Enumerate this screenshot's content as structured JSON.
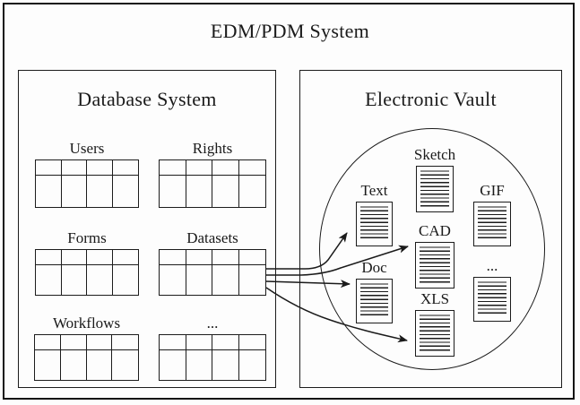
{
  "title": "EDM/PDM System",
  "database_system": {
    "title": "Database System",
    "tables": [
      {
        "label": "Users"
      },
      {
        "label": "Rights"
      },
      {
        "label": "Forms"
      },
      {
        "label": "Datasets"
      },
      {
        "label": "Workflows"
      },
      {
        "label": "..."
      }
    ]
  },
  "electronic_vault": {
    "title": "Electronic Vault",
    "documents": [
      {
        "label": "Sketch"
      },
      {
        "label": "Text"
      },
      {
        "label": "GIF"
      },
      {
        "label": "CAD"
      },
      {
        "label": "Doc"
      },
      {
        "label": "..."
      },
      {
        "label": "XLS"
      }
    ]
  },
  "connections": {
    "source": "Datasets",
    "targets": [
      "Text",
      "CAD",
      "Doc",
      "XLS"
    ]
  },
  "colors": {
    "line": "#1a1a1a",
    "background": "#ffffff"
  }
}
